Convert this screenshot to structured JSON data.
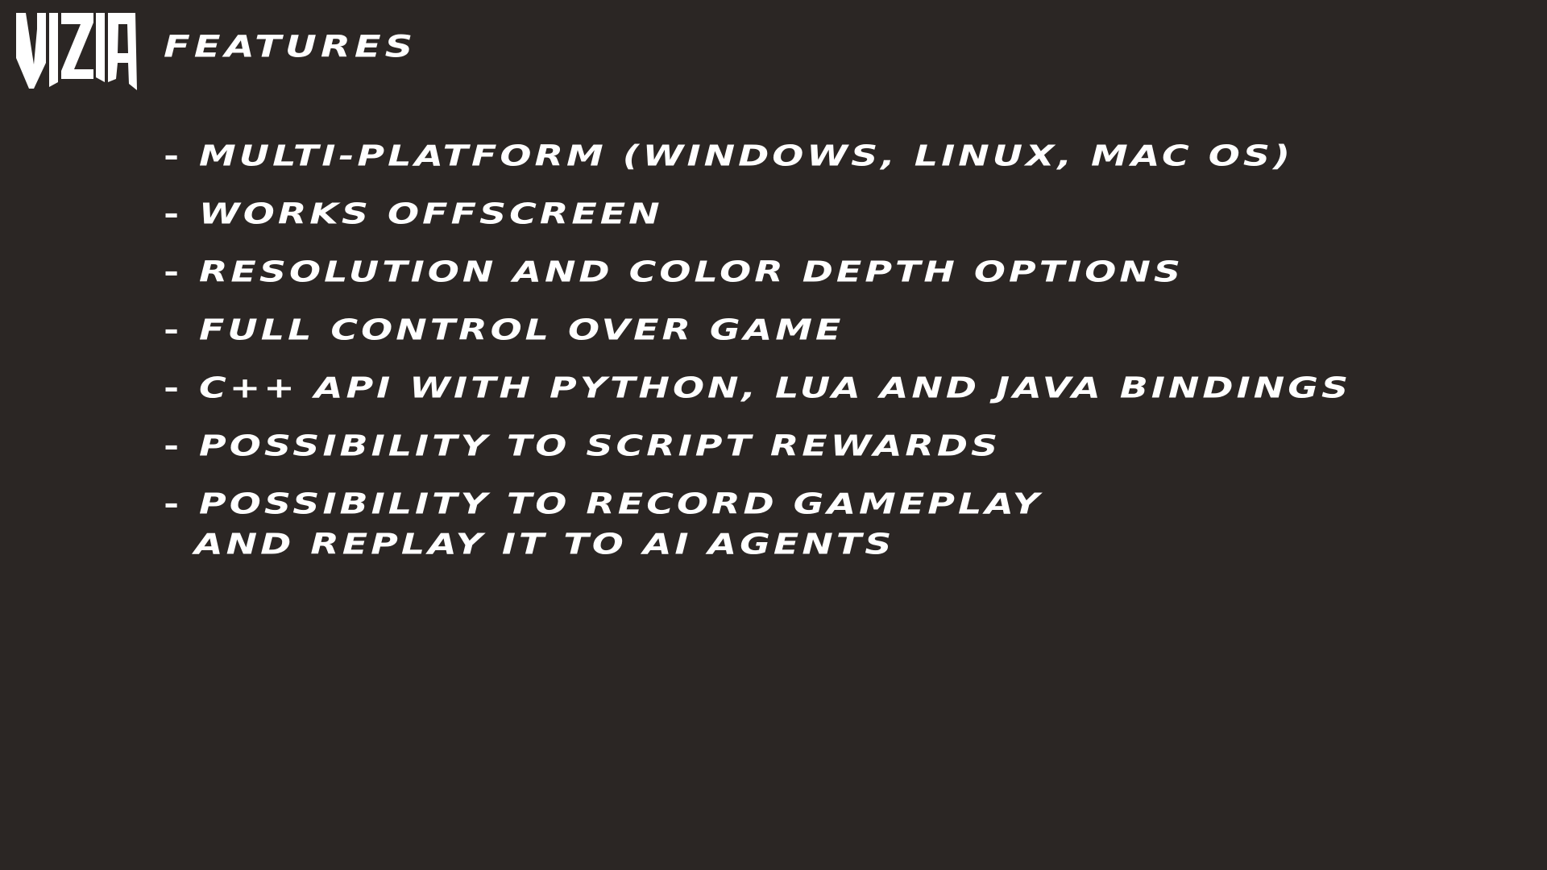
{
  "slide": {
    "background": "#2b2624",
    "text_color": "#ffffff",
    "logo_text": "VIZIA",
    "title": "Features",
    "bullet_marker": "-",
    "features": [
      {
        "text": "Multi-platform (Windows, Linux, Mac OS)"
      },
      {
        "text": "Works offscreen"
      },
      {
        "text": "Resolution and color depth options"
      },
      {
        "text": "Full control over game"
      },
      {
        "text": "C++ API with Python, Lua and Java bindings"
      },
      {
        "text": "Possibility to script rewards"
      },
      {
        "lines": [
          "Possibility to record gameplay",
          "and replay it to AI agents"
        ]
      }
    ]
  }
}
